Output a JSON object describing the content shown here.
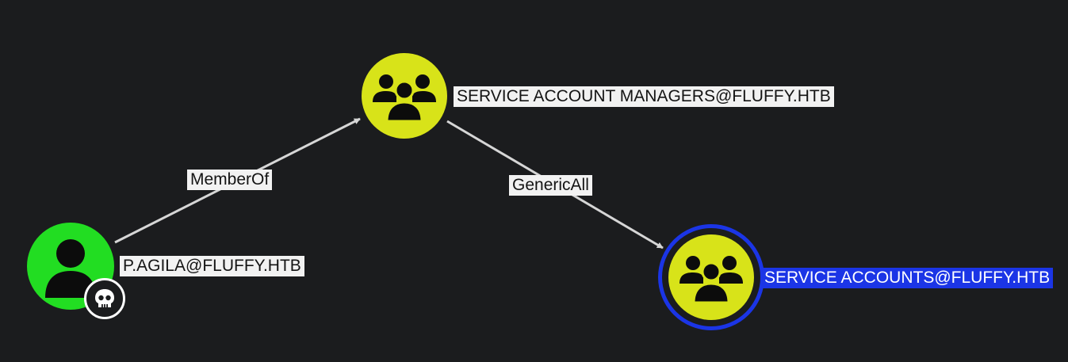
{
  "graph": {
    "nodes": [
      {
        "id": "pagila",
        "label": "P.AGILA@FLUFFY.HTB",
        "kind": "user",
        "color": "#22dd22",
        "owned": true,
        "selected": false
      },
      {
        "id": "sam",
        "label": "SERVICE ACCOUNT MANAGERS@FLUFFY.HTB",
        "kind": "group",
        "color": "#d8e319",
        "owned": false,
        "selected": false
      },
      {
        "id": "sa",
        "label": "SERVICE ACCOUNTS@FLUFFY.HTB",
        "kind": "group",
        "color": "#d8e319",
        "owned": false,
        "selected": true
      }
    ],
    "edges": [
      {
        "from": "pagila",
        "to": "sam",
        "label": "MemberOf"
      },
      {
        "from": "sam",
        "to": "sa",
        "label": "GenericAll"
      }
    ],
    "colors": {
      "background": "#1b1c1e",
      "edge": "#d6d6d6",
      "selection": "#1b35e6",
      "label_bg": "#f2f2f2"
    },
    "icons": {
      "user": "user-icon",
      "group": "users-group-icon",
      "owned": "skull-icon"
    }
  }
}
